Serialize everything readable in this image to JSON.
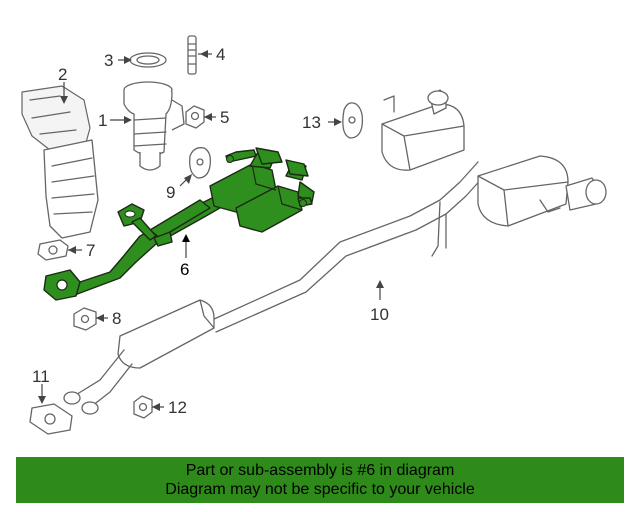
{
  "diagram": {
    "callouts": {
      "c1": "1",
      "c2": "2",
      "c3": "3",
      "c4": "4",
      "c5": "5",
      "c6": "6",
      "c7": "7",
      "c8": "8",
      "c9": "9",
      "c10": "10",
      "c11": "11",
      "c12": "12",
      "c13": "13"
    },
    "highlighted_part": "6",
    "highlight_color": "#2e8b1a"
  },
  "banner": {
    "line1": "Part or sub-assembly is #6 in diagram",
    "line2": "Diagram may not be specific to your vehicle",
    "color": "#2e8b1a"
  }
}
